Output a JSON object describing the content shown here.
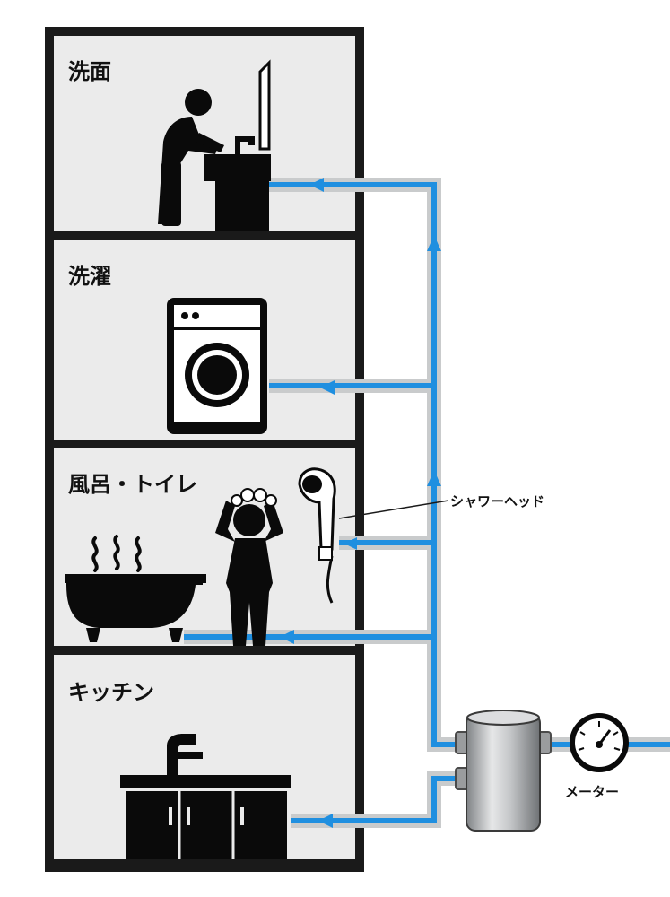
{
  "rooms": {
    "washroom": "洗面",
    "laundry": "洗濯",
    "bath_toilet": "風呂・トイレ",
    "kitchen": "キッチン"
  },
  "callouts": {
    "shower_head": "シャワーヘッド",
    "meter": "メーター"
  },
  "colors": {
    "water_blue": "#1f8fe0",
    "pipe_casing": "#c9cbcc",
    "room_bg": "#ebebeb",
    "wall": "#1a1a1a",
    "icon": "#0a0a0a"
  }
}
